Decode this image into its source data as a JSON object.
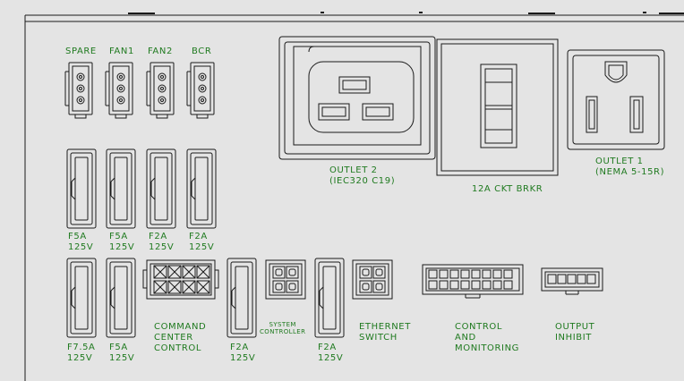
{
  "colors": {
    "background": "#e4e4e4",
    "outline": "#1a1a1a",
    "label": "#1f7a1f"
  },
  "top_connectors": [
    {
      "label": "SPARE"
    },
    {
      "label": "FAN1"
    },
    {
      "label": "FAN2"
    },
    {
      "label": "BCR"
    }
  ],
  "fuses_row1": [
    {
      "rating": "F5A",
      "voltage": "125V"
    },
    {
      "rating": "F5A",
      "voltage": "125V"
    },
    {
      "rating": "F2A",
      "voltage": "125V"
    },
    {
      "rating": "F2A",
      "voltage": "125V"
    }
  ],
  "outlet2": {
    "line1": "OUTLET 2",
    "line2": "(IEC320 C19)"
  },
  "breaker": {
    "label": "12A CKT BRKR"
  },
  "outlet1": {
    "line1": "OUTLET 1",
    "line2": "(NEMA 5-15R)"
  },
  "fuses_row2": [
    {
      "rating": "F7.5A",
      "voltage": "125V"
    },
    {
      "rating": "F5A",
      "voltage": "125V"
    },
    {
      "rating": "F2A",
      "voltage": "125V"
    },
    {
      "rating": "F2A",
      "voltage": "125V"
    }
  ],
  "command_center": {
    "line1": "COMMAND",
    "line2": "CENTER",
    "line3": "CONTROL"
  },
  "system_controller": {
    "line1": "SYSTEM",
    "line2": "CONTROLLER"
  },
  "ethernet_switch": {
    "line1": "ETHERNET",
    "line2": "SWITCH"
  },
  "control_monitoring": {
    "line1": "CONTROL",
    "line2": "AND",
    "line3": "MONITORING"
  },
  "output_inhibit": {
    "line1": "OUTPUT",
    "line2": "INHIBIT"
  }
}
